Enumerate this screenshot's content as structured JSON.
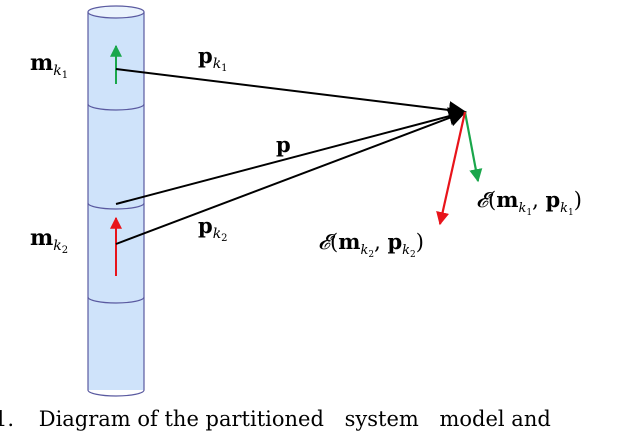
{
  "labels": {
    "m_k1": {
      "base": "m",
      "sub": "k",
      "subsub": "1"
    },
    "m_k2": {
      "base": "m",
      "sub": "k",
      "subsub": "2"
    },
    "p_k1": {
      "base": "p",
      "sub": "k",
      "subsub": "1"
    },
    "p_k2": {
      "base": "p",
      "sub": "k",
      "subsub": "2"
    },
    "p": {
      "base": "p"
    },
    "E_k1": {
      "script": "𝓔",
      "open": "(",
      "m": "m",
      "k": "k",
      "one": "1",
      "comma": ", ",
      "p": "p",
      "close": ")"
    },
    "E_k2": {
      "script": "𝓔",
      "open": "(",
      "m": "m",
      "k": "k",
      "two": "2",
      "comma": ", ",
      "p": "p",
      "close": ")"
    }
  },
  "caption": {
    "fragment_1": "1.",
    "fragment_2": "Diagram of the partitioned",
    "fragment_3": "system",
    "fragment_4": "model and"
  },
  "colors": {
    "cylinder_fill": "#cfe3fa",
    "cylinder_stroke": "#5a5aa0",
    "arrow_green": "#1aa64b",
    "arrow_red": "#e8141b",
    "line_black": "#000000"
  }
}
